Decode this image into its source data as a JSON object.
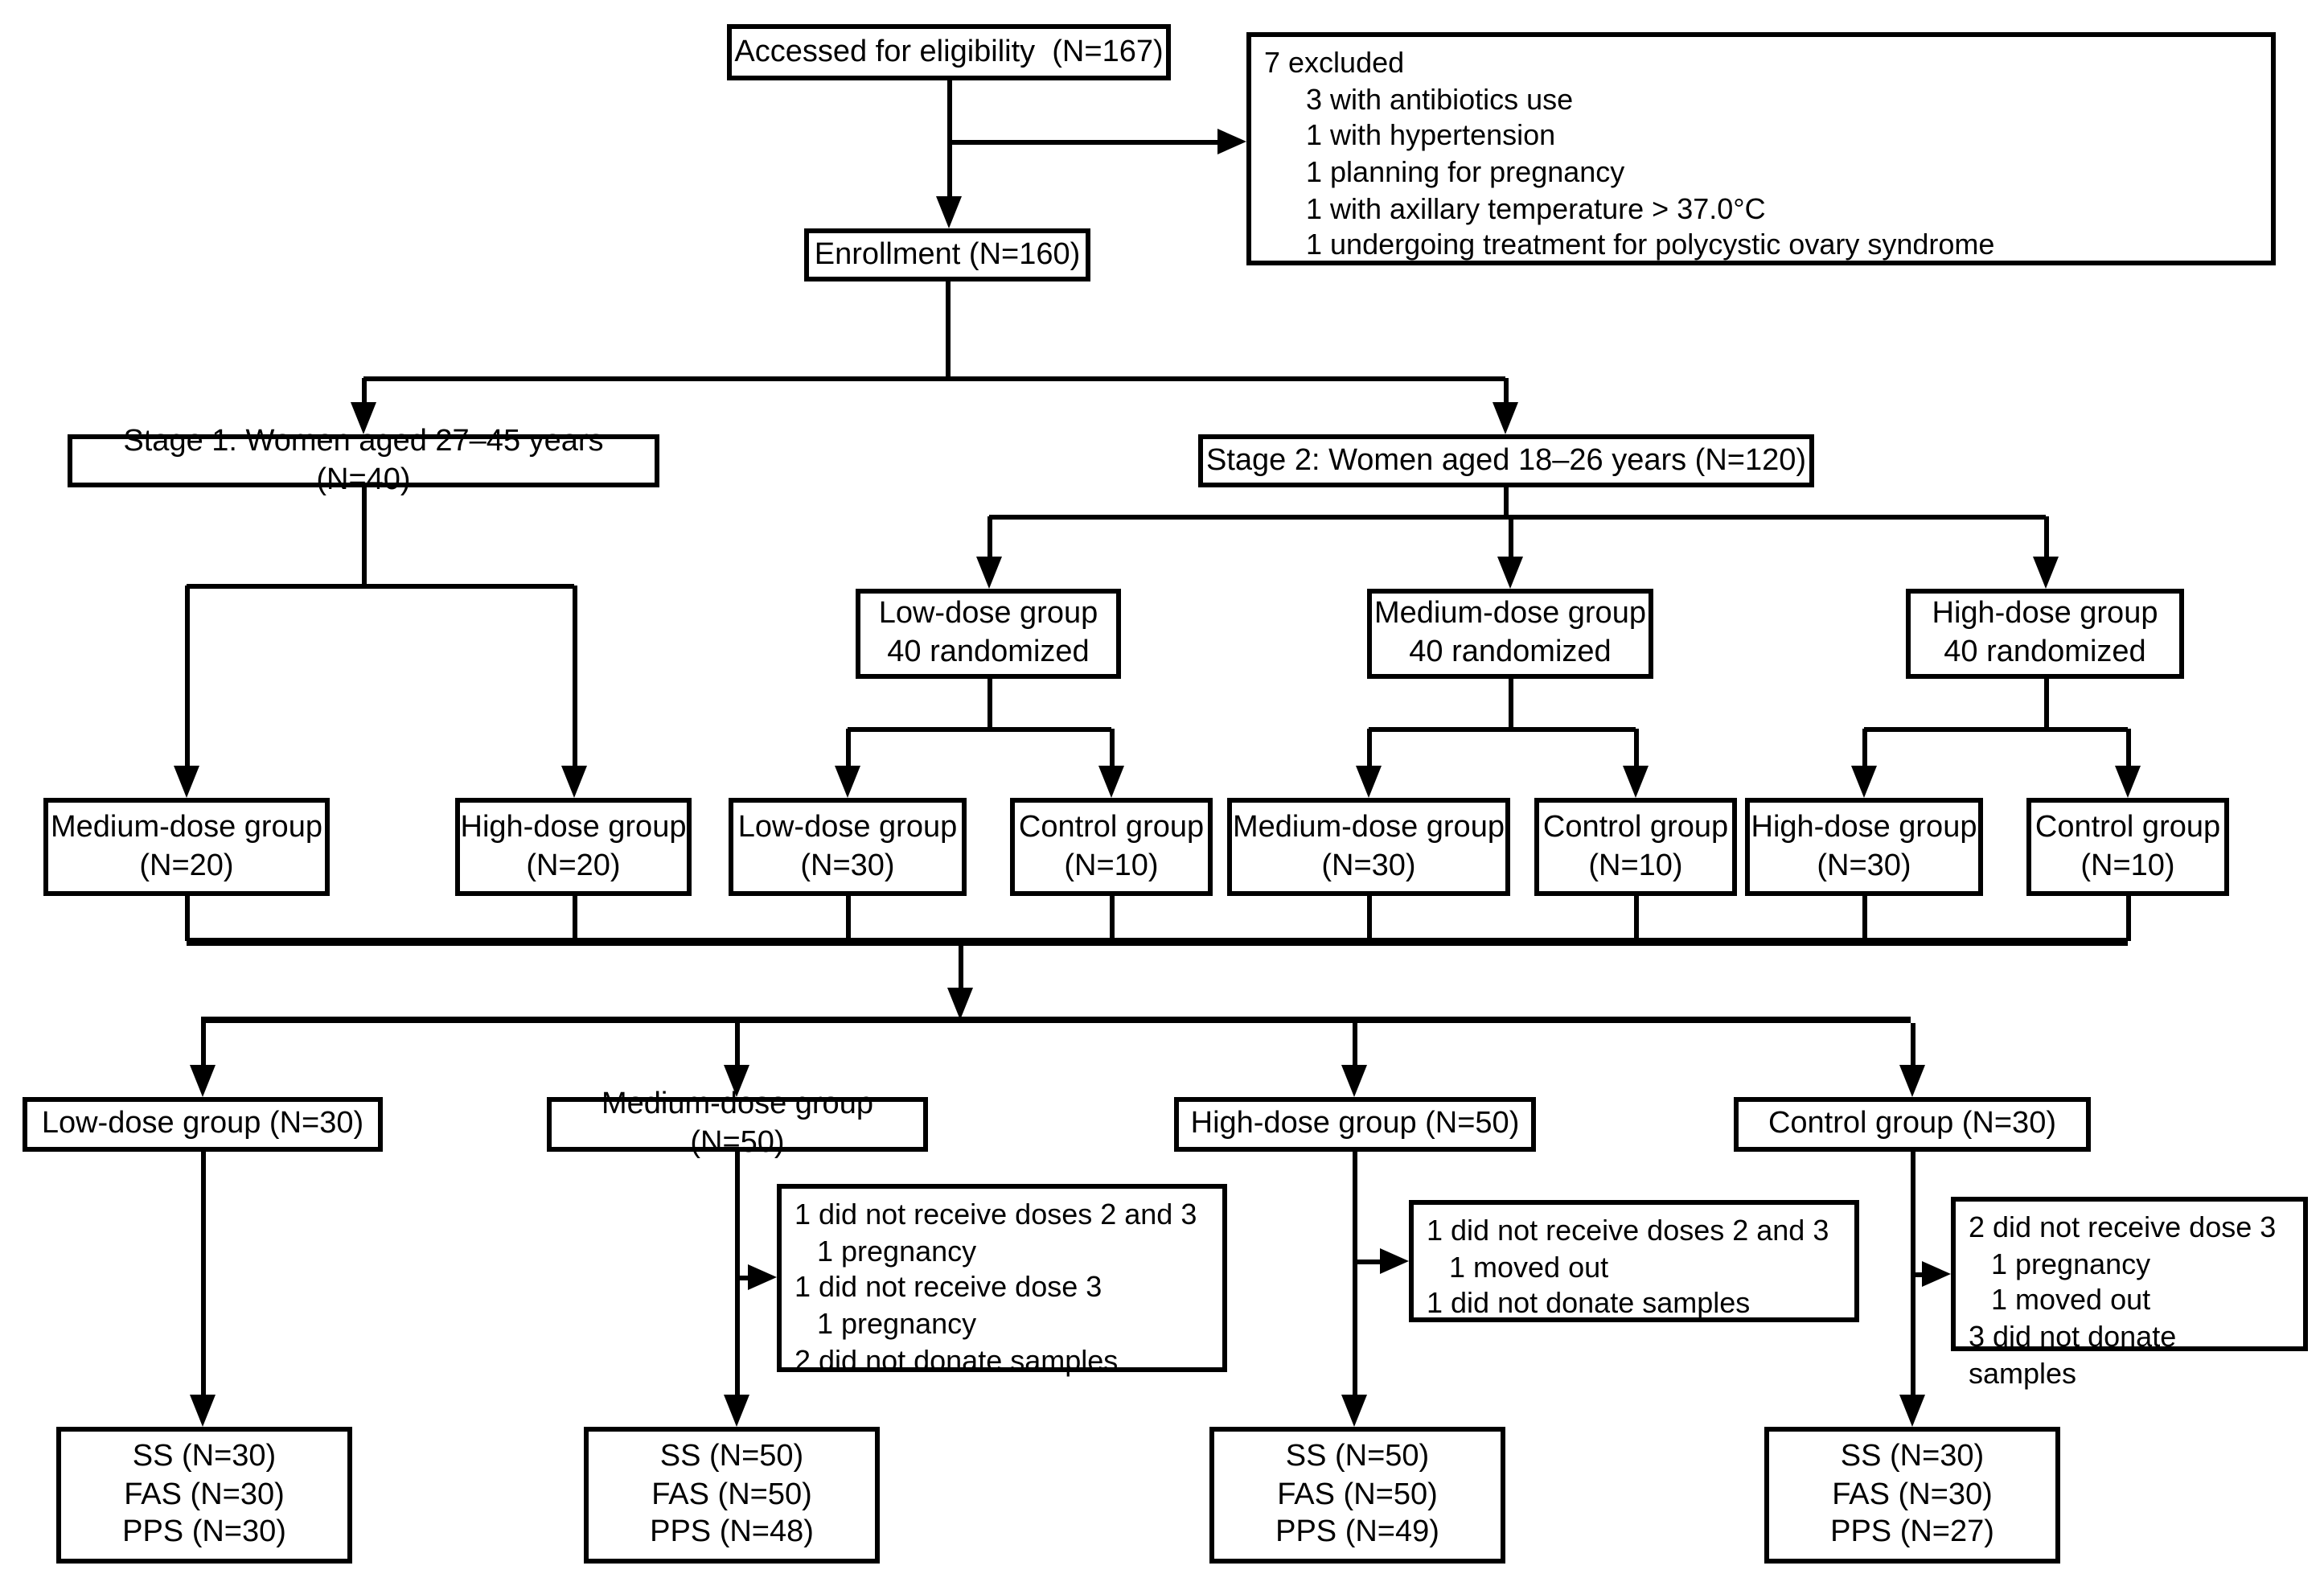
{
  "figure": {
    "eligibility": {
      "label": "Accessed for eligibility  (N=167)"
    },
    "excluded": {
      "title": "7 excluded",
      "items": [
        "3 with antibiotics use",
        "1 with hypertension",
        "1 planning for pregnancy",
        "1 with axillary temperature > 37.0°C",
        "1 undergoing treatment for polycystic ovary syndrome"
      ]
    },
    "enrollment": {
      "label": "Enrollment (N=160)"
    },
    "stage1": {
      "label": "Stage 1: Women aged 27–45 years (N=40)"
    },
    "stage2": {
      "label": "Stage 2: Women aged 18–26 years (N=120)"
    },
    "randomized": {
      "low": {
        "line1": "Low-dose group",
        "line2": "40 randomized"
      },
      "medium": {
        "line1": "Medium-dose group",
        "line2": "40 randomized"
      },
      "high": {
        "line1": "High-dose group",
        "line2": "40 randomized"
      }
    },
    "allocation": {
      "stage1_medium": {
        "line1": "Medium-dose group",
        "line2": "(N=20)"
      },
      "stage1_high": {
        "line1": "High-dose group",
        "line2": "(N=20)"
      },
      "low": {
        "line1": "Low-dose group",
        "line2": "(N=30)"
      },
      "low_control": {
        "line1": "Control group",
        "line2": "(N=10)"
      },
      "medium": {
        "line1": "Medium-dose group",
        "line2": "(N=30)"
      },
      "medium_control": {
        "line1": "Control group",
        "line2": "(N=10)"
      },
      "high": {
        "line1": "High-dose group",
        "line2": "(N=30)"
      },
      "high_control": {
        "line1": "Control group",
        "line2": "(N=10)"
      }
    },
    "pooled": {
      "low": {
        "label": "Low-dose group (N=30)"
      },
      "medium": {
        "label": "Medium-dose group (N=50)"
      },
      "high": {
        "label": "High-dose group (N=50)"
      },
      "control": {
        "label": "Control group (N=30)"
      }
    },
    "dropouts": {
      "medium": {
        "lines": [
          "1 did not receive doses 2 and 3",
          "1 pregnancy",
          "1 did not receive dose 3",
          "1 pregnancy",
          "2 did not donate samples"
        ]
      },
      "high": {
        "lines": [
          "1 did not receive doses 2 and 3",
          "1 moved out",
          "1 did not donate samples"
        ]
      },
      "control": {
        "lines": [
          "2 did not receive dose 3",
          "1 pregnancy",
          "1 moved out",
          "3 did not donate samples"
        ]
      }
    },
    "analysis": {
      "low": {
        "line1": "SS (N=30)",
        "line2": "FAS (N=30)",
        "line3": "PPS (N=30)"
      },
      "medium": {
        "line1": "SS (N=50)",
        "line2": "FAS (N=50)",
        "line3": "PPS (N=48)"
      },
      "high": {
        "line1": "SS (N=50)",
        "line2": "FAS (N=50)",
        "line3": "PPS (N=49)"
      },
      "control": {
        "line1": "SS (N=30)",
        "line2": "FAS (N=30)",
        "line3": "PPS (N=27)"
      }
    }
  }
}
